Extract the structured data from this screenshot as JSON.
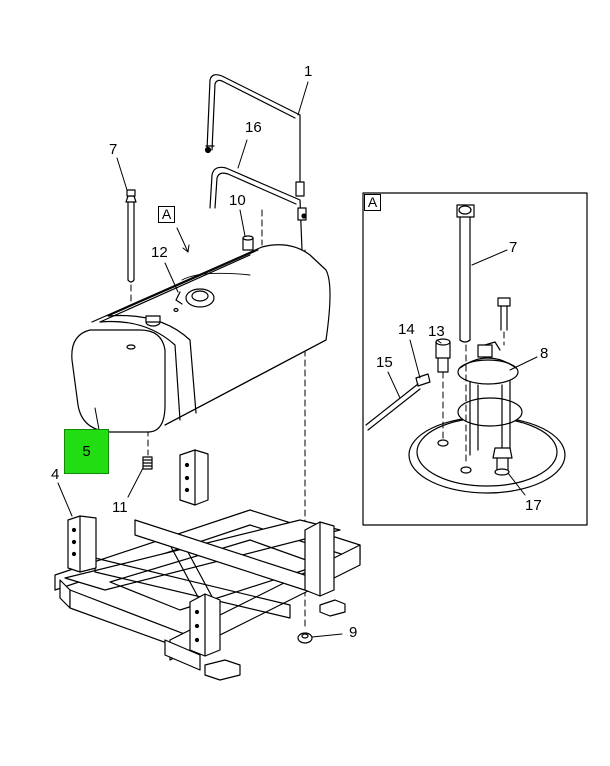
{
  "diagram": {
    "callouts": [
      {
        "id": "c1",
        "text": "1"
      },
      {
        "id": "c16",
        "text": "16"
      },
      {
        "id": "c7",
        "text": "7"
      },
      {
        "id": "c10",
        "text": "10"
      },
      {
        "id": "c12",
        "text": "12"
      },
      {
        "id": "c5",
        "text": "5"
      },
      {
        "id": "c4",
        "text": "4"
      },
      {
        "id": "c11",
        "text": "11"
      },
      {
        "id": "c9",
        "text": "9"
      }
    ],
    "detail_callouts": [
      {
        "id": "d7",
        "text": "7"
      },
      {
        "id": "d14",
        "text": "14"
      },
      {
        "id": "d13",
        "text": "13"
      },
      {
        "id": "d8",
        "text": "8"
      },
      {
        "id": "d15",
        "text": "15"
      },
      {
        "id": "d17",
        "text": "17"
      }
    ],
    "view_marker": "A",
    "detail_marker": "A",
    "highlight_color": "#22dd11"
  }
}
